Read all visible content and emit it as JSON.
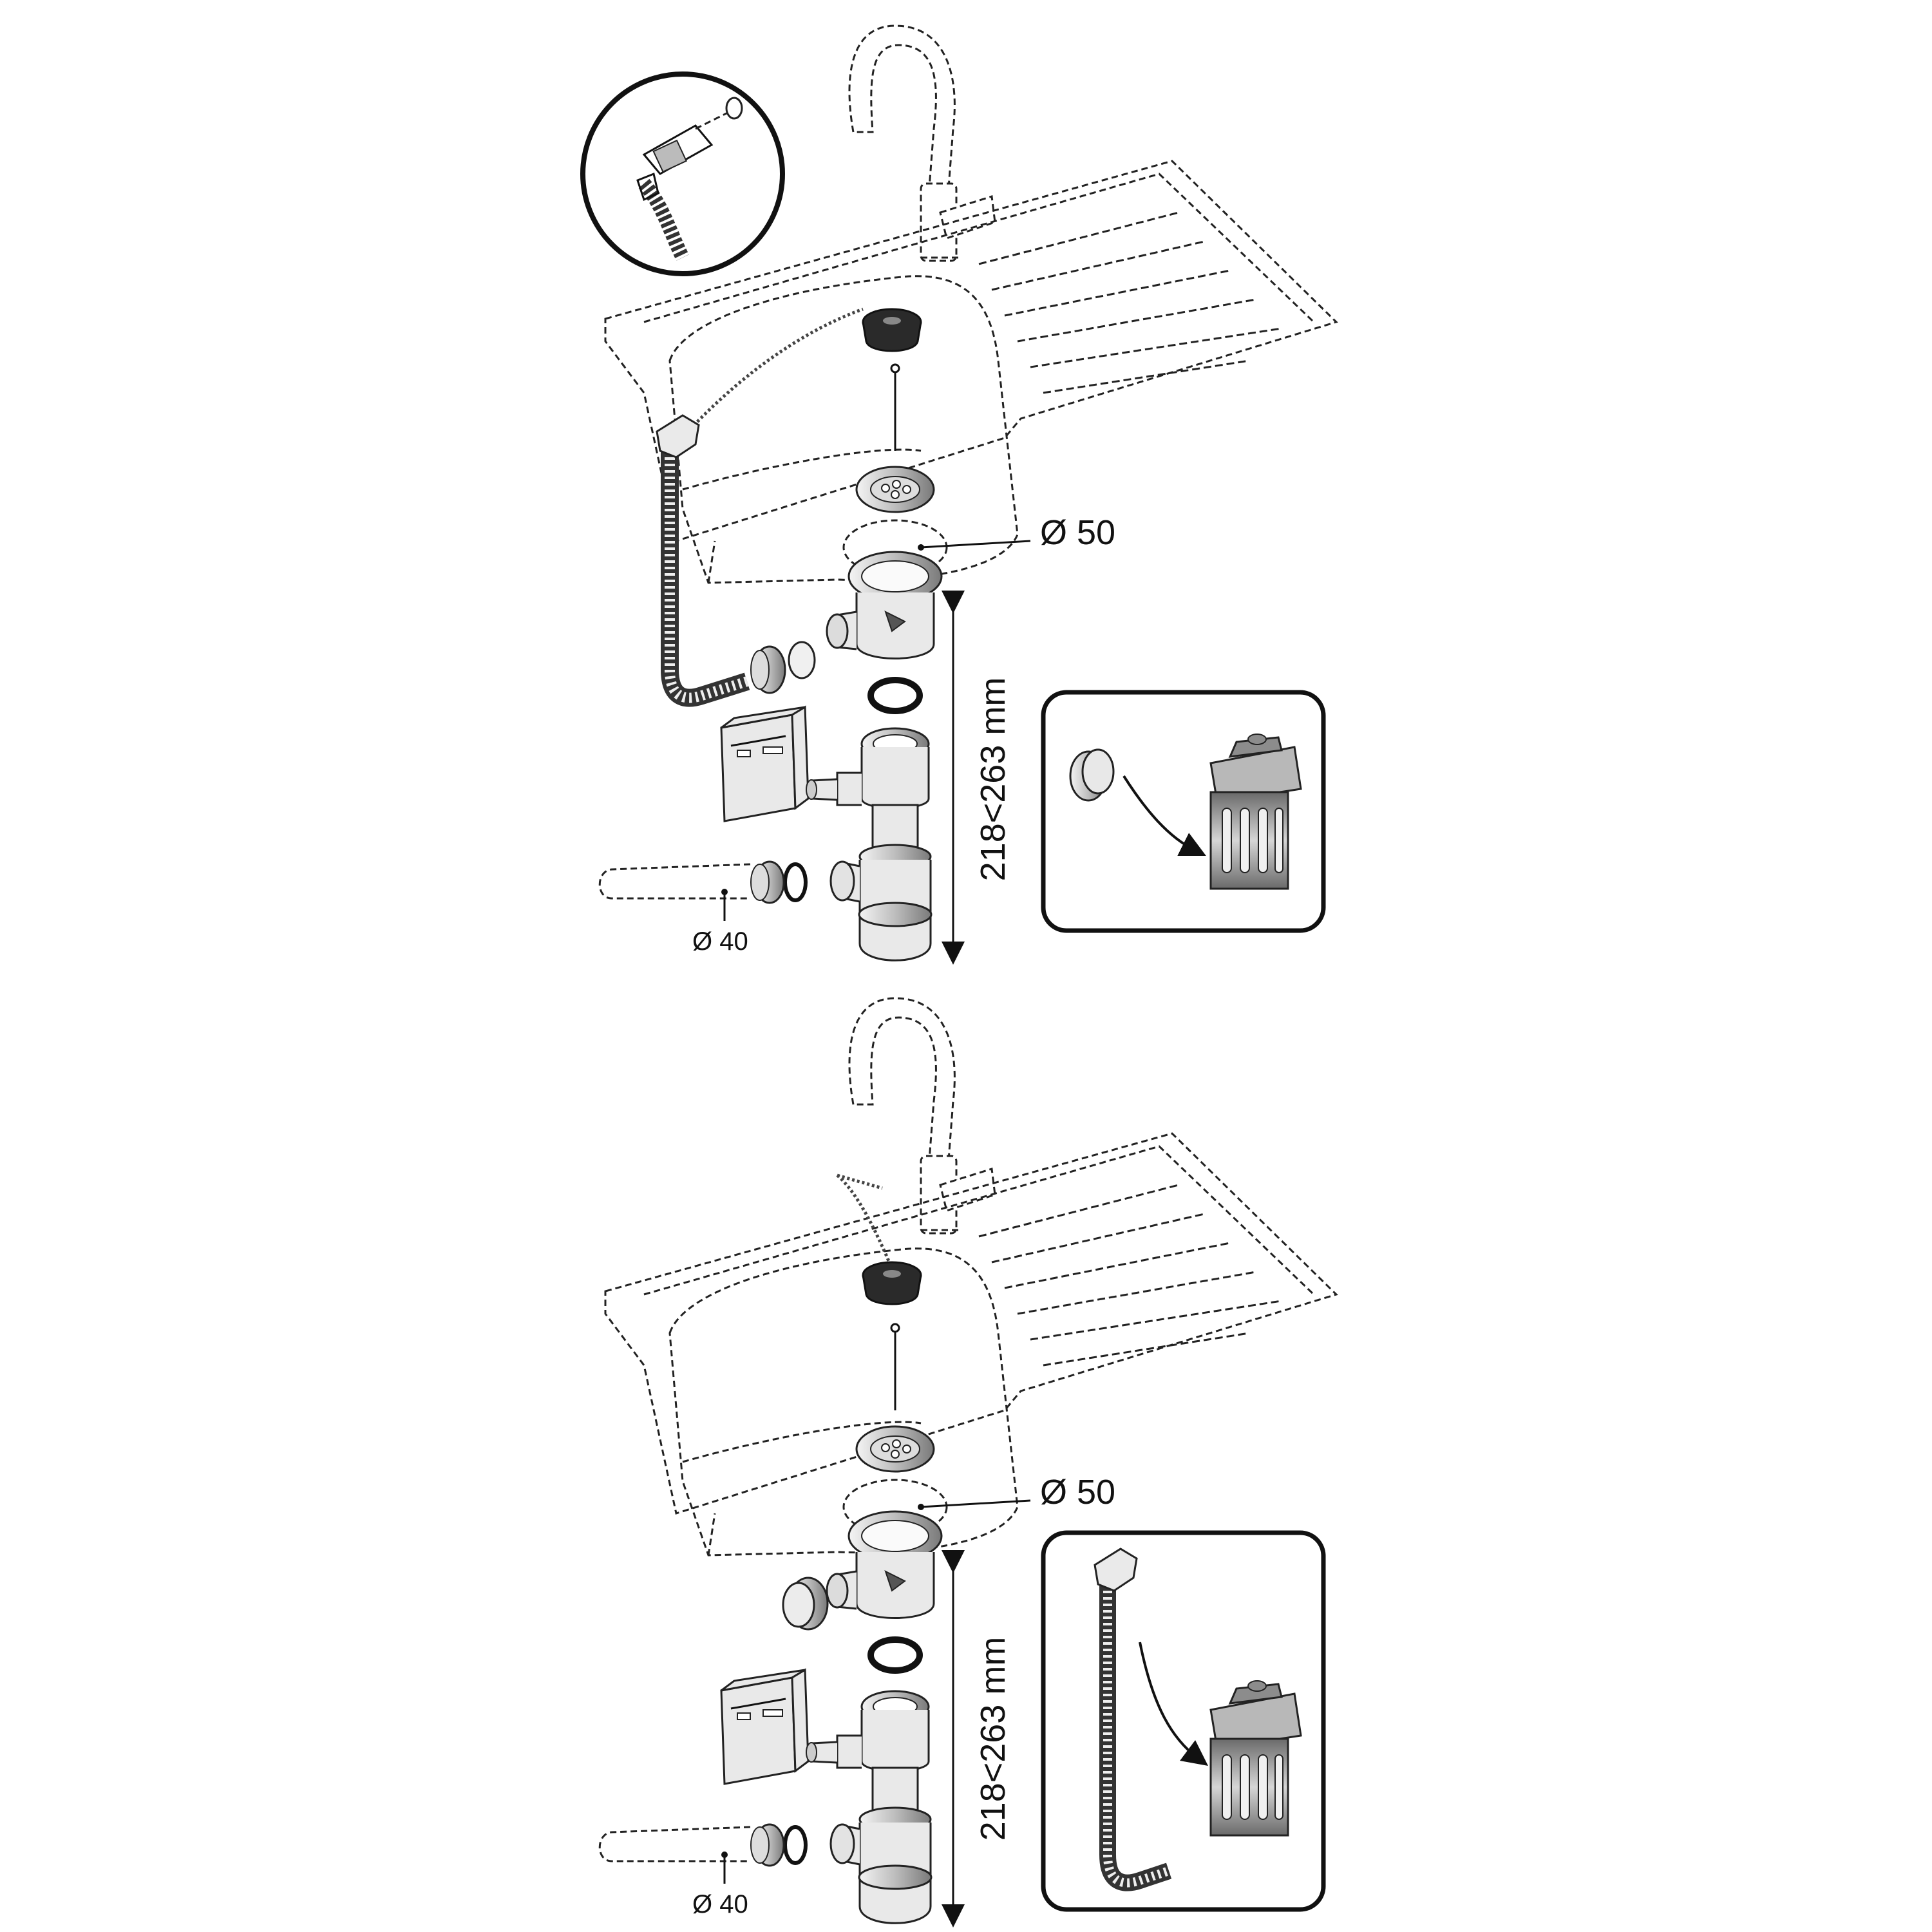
{
  "colors": {
    "line": "#111111",
    "part_fill": "#e9e9e9",
    "metal_gradient_light": "#f4f4f4",
    "metal_gradient_dark": "#7a7a7a",
    "stopper": "#2a2a2a",
    "background": "#ffffff"
  },
  "panels": [
    {
      "id": "top",
      "drain_diameter": "Ø 50",
      "outlet_diameter": "Ø 40",
      "height_range": "218<263 mm",
      "inset_detail": "overflow-connector-detail",
      "discard_box": {
        "discarded_part": "cap-plug",
        "target": "trash-bin"
      }
    },
    {
      "id": "bottom",
      "drain_diameter": "Ø 50",
      "outlet_diameter": "Ø 40",
      "height_range": "218<263 mm",
      "discard_box": {
        "discarded_part": "overflow-hose",
        "target": "trash-bin"
      }
    }
  ]
}
